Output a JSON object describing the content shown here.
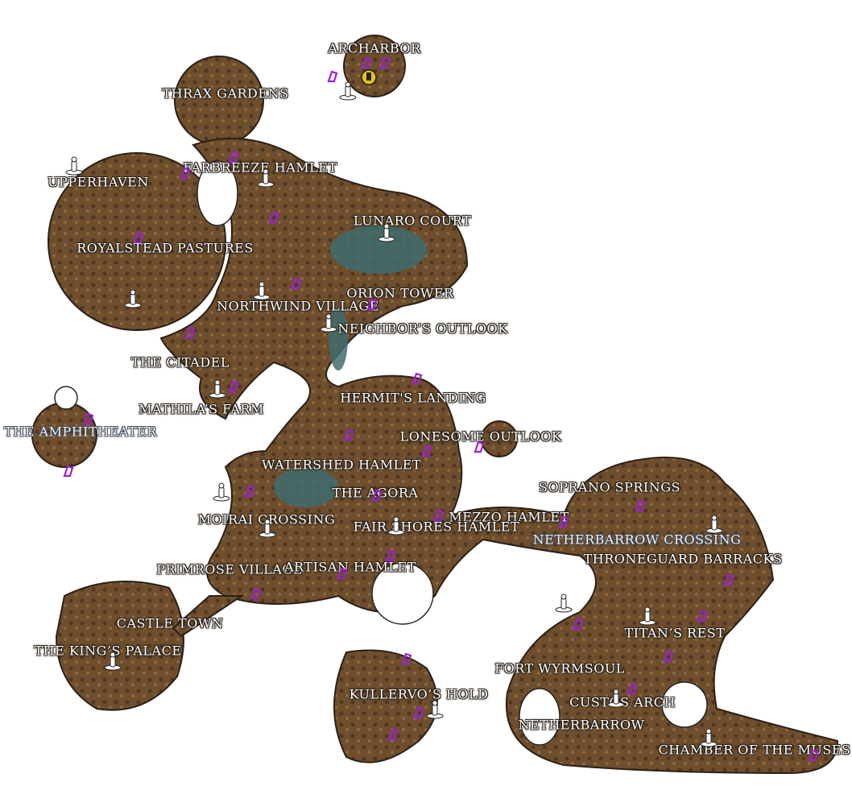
{
  "map": {
    "colors": {
      "land": "#7a5a34",
      "land_dark": "#3b2a1a",
      "water": "#3f6c6e",
      "flag": "#9b1fd6",
      "shrine": "#ffffff",
      "highlight": "#e6c21a"
    },
    "locations": [
      {
        "name": "ARCHARBOR",
        "style": "normal"
      },
      {
        "name": "THRAX GARDENS",
        "style": "normal"
      },
      {
        "name": "FARBREEZE HAMLET",
        "style": "normal"
      },
      {
        "name": "UPPERHAVEN",
        "style": "normal"
      },
      {
        "name": "LUNARO COURT",
        "style": "normal"
      },
      {
        "name": "ROYALSTEAD PASTURES",
        "style": "normal"
      },
      {
        "name": "ORION TOWER",
        "style": "normal"
      },
      {
        "name": "NORTHWIND VILLAGE",
        "style": "normal"
      },
      {
        "name": "NEIGHBOR’S OUTLOOK",
        "style": "normal"
      },
      {
        "name": "THE CITADEL",
        "style": "normal"
      },
      {
        "name": "HERMIT'S LANDING",
        "style": "normal"
      },
      {
        "name": "MATHILA’S FARM",
        "style": "normal"
      },
      {
        "name": "THE AMPHITHEATER",
        "style": "outlined"
      },
      {
        "name": "LONESOME OUTLOOK",
        "style": "normal"
      },
      {
        "name": "WATERSHED HAMLET",
        "style": "normal"
      },
      {
        "name": "THE AGORA",
        "style": "normal"
      },
      {
        "name": "SOPRANO SPRINGS",
        "style": "normal"
      },
      {
        "name": "MOIRAI CROSSING",
        "style": "normal"
      },
      {
        "name": "MEZZO HAMLET",
        "style": "normal"
      },
      {
        "name": "FAIR SHORES HAMLET",
        "style": "normal"
      },
      {
        "name": "NETHERBARROW CROSSING",
        "style": "outlined"
      },
      {
        "name": "THRONEGUARD BARRACKS",
        "style": "normal"
      },
      {
        "name": "PRIMROSE VILLAGE",
        "style": "normal"
      },
      {
        "name": "ARTISAN HAMLET",
        "style": "normal"
      },
      {
        "name": "CASTLE TOWN",
        "style": "normal"
      },
      {
        "name": "TITAN’S REST",
        "style": "normal"
      },
      {
        "name": "THE KING’S PALACE",
        "style": "normal"
      },
      {
        "name": "FORT WYRMSOUL",
        "style": "normal"
      },
      {
        "name": "KULLERVO’S HOLD",
        "style": "normal"
      },
      {
        "name": "CUSTOS ARCH",
        "style": "normal"
      },
      {
        "name": "NETHERBARROW",
        "style": "normal"
      },
      {
        "name": "CHAMBER OF THE MUSES",
        "style": "normal"
      }
    ],
    "markers": {
      "flag_icon": "purple-flag-icon",
      "shrine_icon": "shrine-statue-icon",
      "player_icon": "yellow-player-marker-icon"
    }
  }
}
